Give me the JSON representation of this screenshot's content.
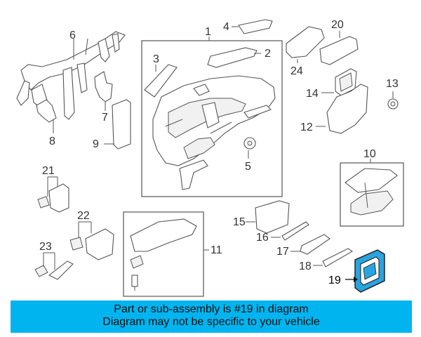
{
  "diagram": {
    "callouts": [
      {
        "id": "1",
        "label": "1"
      },
      {
        "id": "2",
        "label": "2"
      },
      {
        "id": "3",
        "label": "3"
      },
      {
        "id": "4",
        "label": "4"
      },
      {
        "id": "5",
        "label": "5"
      },
      {
        "id": "6",
        "label": "6"
      },
      {
        "id": "7",
        "label": "7"
      },
      {
        "id": "8",
        "label": "8"
      },
      {
        "id": "9",
        "label": "9"
      },
      {
        "id": "10",
        "label": "10"
      },
      {
        "id": "11",
        "label": "11"
      },
      {
        "id": "12",
        "label": "12"
      },
      {
        "id": "13",
        "label": "13"
      },
      {
        "id": "14",
        "label": "14"
      },
      {
        "id": "15",
        "label": "15"
      },
      {
        "id": "16",
        "label": "16"
      },
      {
        "id": "17",
        "label": "17"
      },
      {
        "id": "18",
        "label": "18"
      },
      {
        "id": "19",
        "label": "19"
      },
      {
        "id": "20",
        "label": "20"
      },
      {
        "id": "21",
        "label": "21"
      },
      {
        "id": "22",
        "label": "22"
      },
      {
        "id": "23",
        "label": "23"
      },
      {
        "id": "24",
        "label": "24"
      }
    ],
    "highlighted_part": "19",
    "highlight_color": "#2aa3df"
  },
  "banner": {
    "line1": "Part or sub-assembly is #19 in diagram",
    "line2": "Diagram may not be specific to your vehicle",
    "background": "#00b4ef"
  }
}
